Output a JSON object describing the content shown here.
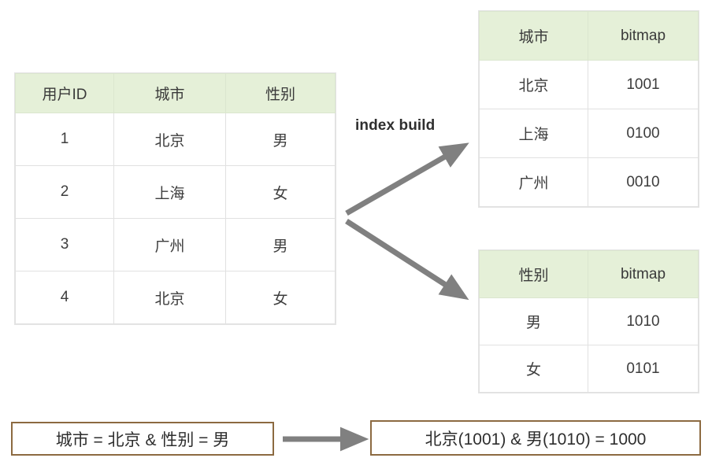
{
  "source_table": {
    "name": "user-source-table",
    "headers": [
      "用户ID",
      "城市",
      "性别"
    ],
    "rows": [
      [
        "1",
        "北京",
        "男"
      ],
      [
        "2",
        "上海",
        "女"
      ],
      [
        "3",
        "广州",
        "男"
      ],
      [
        "4",
        "北京",
        "女"
      ]
    ]
  },
  "city_bitmap_table": {
    "name": "city-bitmap-table",
    "headers": [
      "城市",
      "bitmap"
    ],
    "rows": [
      [
        "北京",
        "1001"
      ],
      [
        "上海",
        "0100"
      ],
      [
        "广州",
        "0010"
      ]
    ]
  },
  "gender_bitmap_table": {
    "name": "gender-bitmap-table",
    "headers": [
      "性别",
      "bitmap"
    ],
    "rows": [
      [
        "男",
        "1010"
      ],
      [
        "女",
        "0101"
      ]
    ]
  },
  "labels": {
    "index_build": "index build"
  },
  "formulas": {
    "query": "城市 = 北京 & 性别 = 男",
    "result": "北京(1001) & 男(1010) = 1000"
  },
  "icons": {
    "fork_arrow_up": "arrow-up-right-icon",
    "fork_arrow_down": "arrow-down-right-icon",
    "transform_arrow": "arrow-right-icon"
  },
  "colors": {
    "header_green": "#e5f0d8",
    "table_border": "#e1e1e1",
    "arrow_gray": "#808080",
    "formula_border": "#8c6a41",
    "text": "#3b3b3b",
    "background": "#ffffff"
  }
}
